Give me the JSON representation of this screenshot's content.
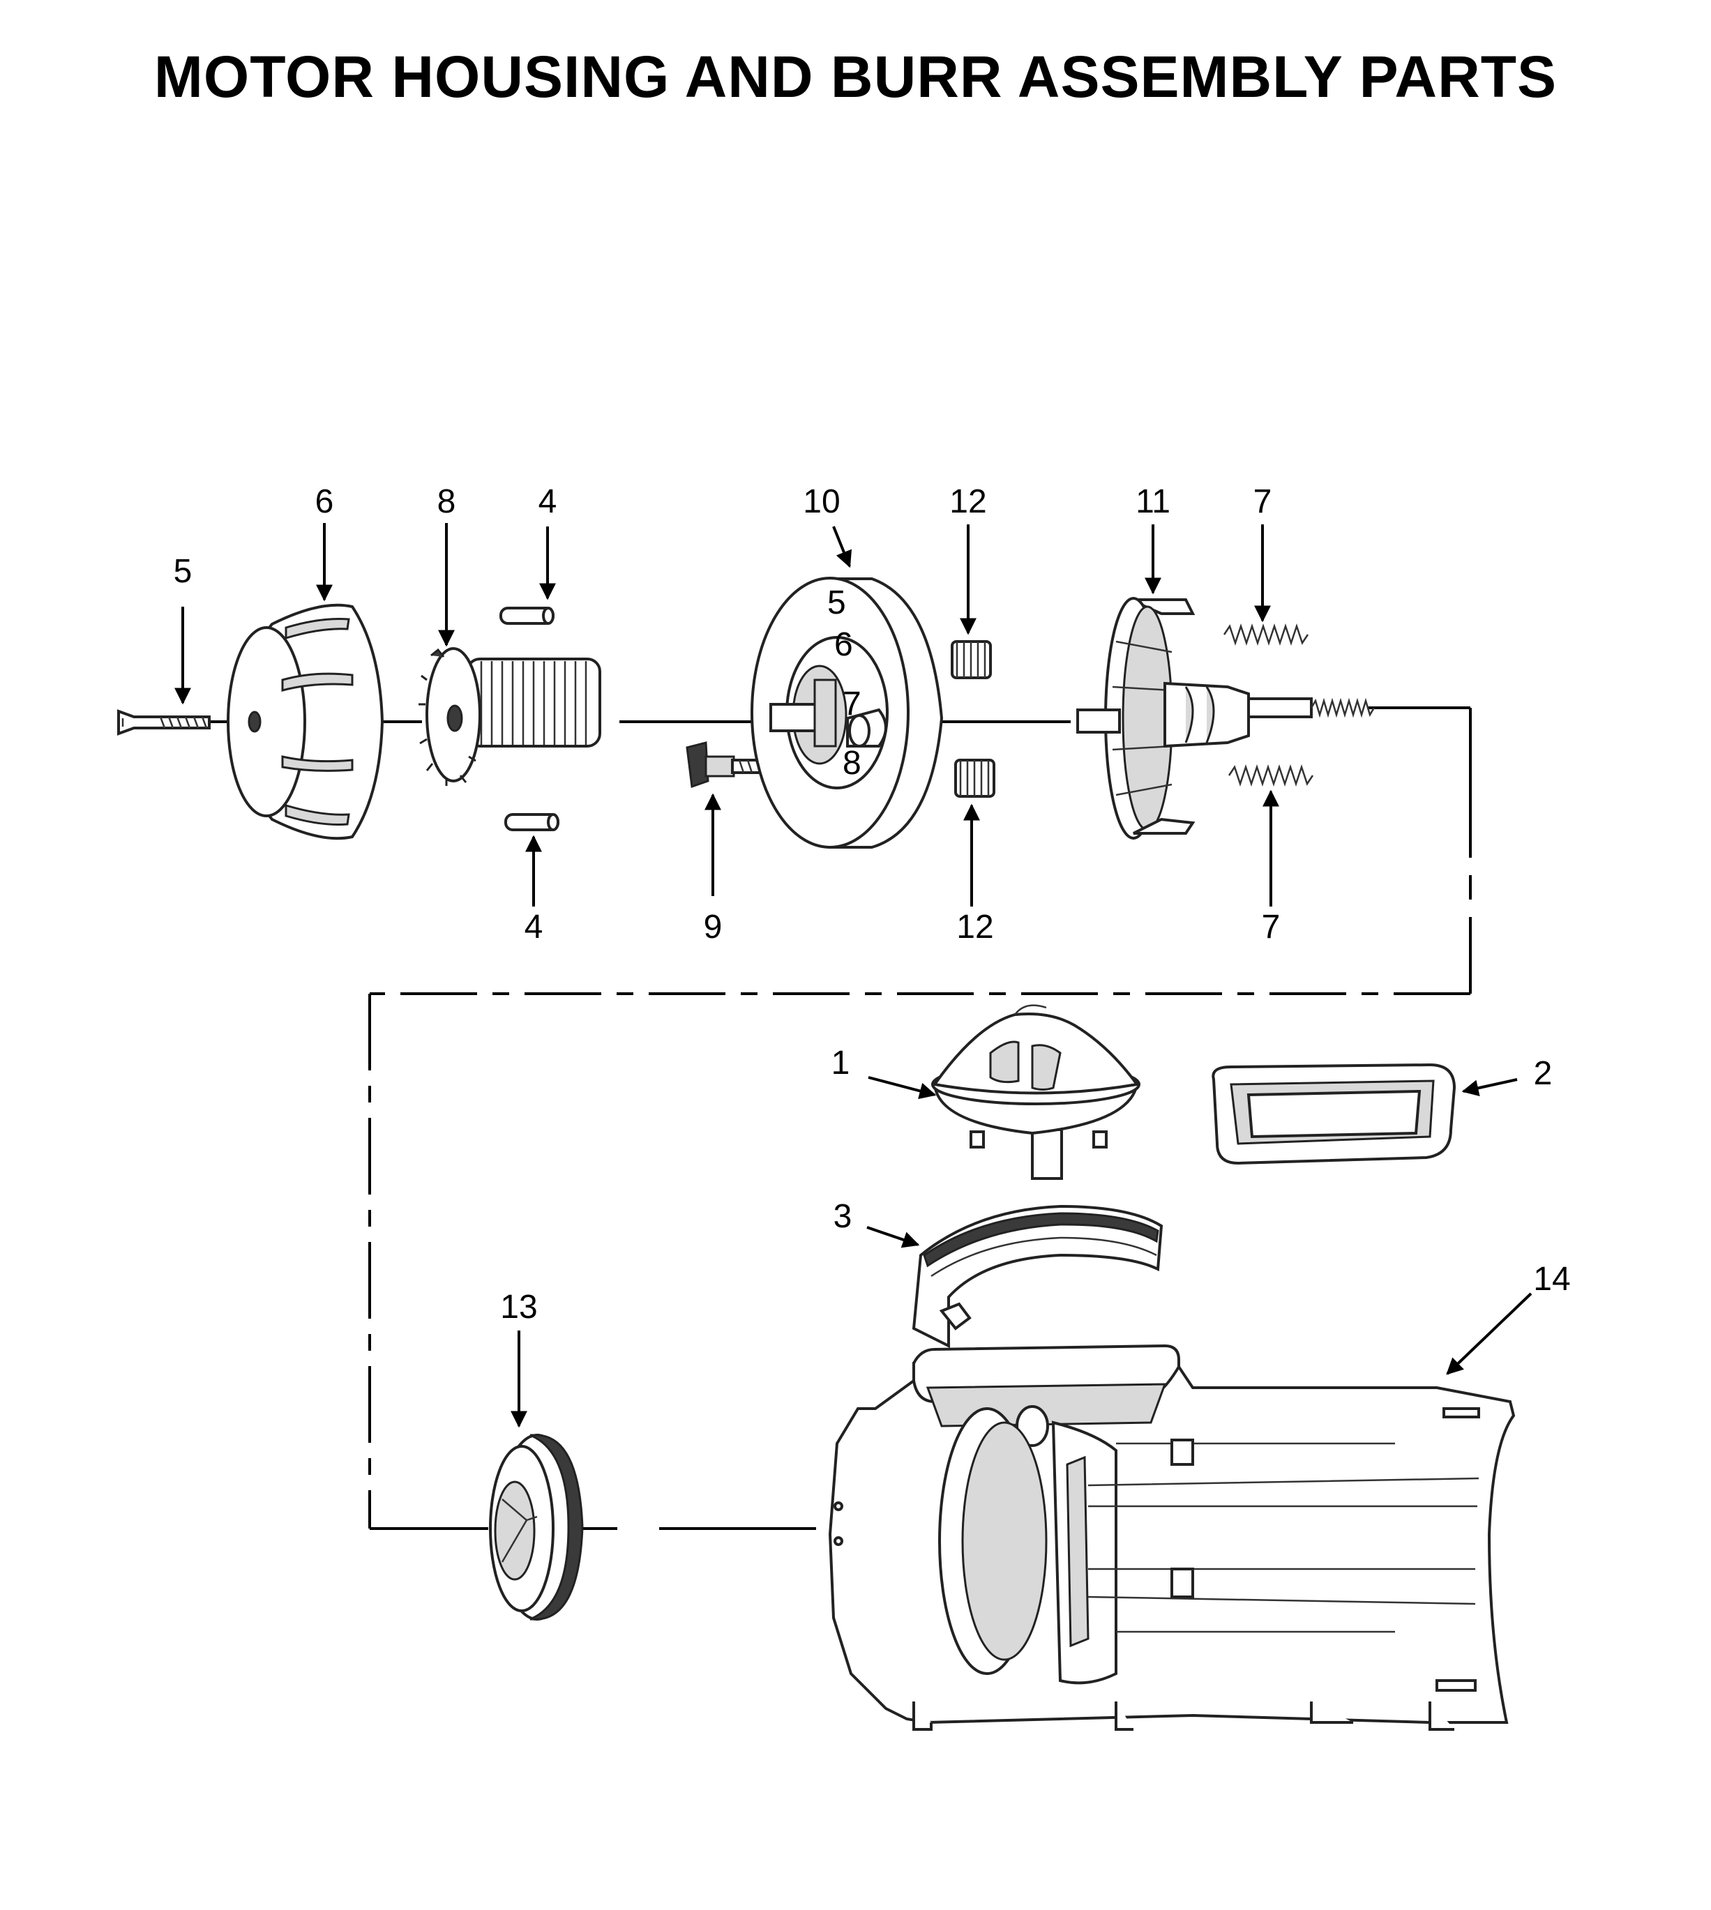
{
  "title": "MOTOR HOUSING AND BURR ASSEMBLY PARTS",
  "callouts": [
    "1",
    "2",
    "3",
    "4",
    "4",
    "5",
    "6",
    "7",
    "7",
    "8",
    "9",
    "10",
    "11",
    "12",
    "12",
    "13",
    "14"
  ],
  "dial_numbers": [
    "5",
    "6",
    "7",
    "8"
  ],
  "colors": {
    "line": "#000000",
    "part_fill": "#ffffff",
    "shade": "#d9d9d9",
    "dark": "#3a3a3a"
  }
}
